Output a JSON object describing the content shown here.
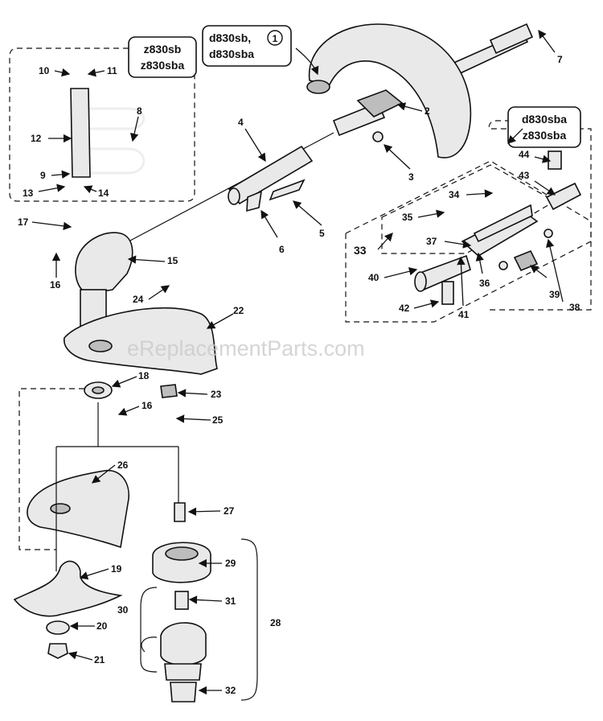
{
  "watermark": "eReplacementParts.com",
  "boxes": {
    "z_group_line1": "z830sb",
    "z_group_line2": "z830sba",
    "d_top_line1": "d830sb,",
    "d_top_line2": "d830sba",
    "d_top_circle": "1",
    "d_right_line1": "d830sba",
    "d_right_line2": "z830sba"
  },
  "parts": {
    "p2": "2",
    "p3": "3",
    "p4": "4",
    "p5": "5",
    "p6": "6",
    "p7": "7",
    "p8": "8",
    "p9": "9",
    "p10": "10",
    "p11": "11",
    "p12": "12",
    "p13": "13",
    "p14": "14",
    "p15": "15",
    "p16a": "16",
    "p16b": "16",
    "p17": "17",
    "p18": "18",
    "p19": "19",
    "p20": "20",
    "p21": "21",
    "p22": "22",
    "p23": "23",
    "p24": "24",
    "p25": "25",
    "p26": "26",
    "p27": "27",
    "p28": "28",
    "p29": "29",
    "p30": "30",
    "p31": "31",
    "p32": "32",
    "p33": "33",
    "p34": "34",
    "p35": "35",
    "p36": "36",
    "p37": "37",
    "p38": "38",
    "p39": "39",
    "p40": "40",
    "p41": "41",
    "p42": "42",
    "p43": "43",
    "p44": "44"
  }
}
